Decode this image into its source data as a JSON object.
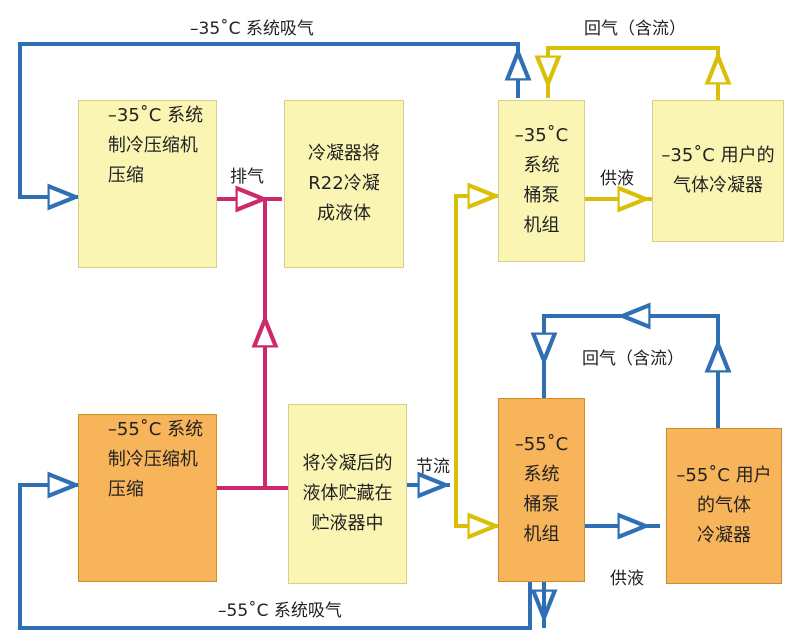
{
  "boxes": {
    "comp35": "–35˚C 系统\n制冷压缩机\n压缩",
    "condenser": "冷凝器将\nR22冷凝\n成液体",
    "pump35": "–35˚C\n系统\n桶泵\n机组",
    "user35": "–35˚C 用户的\n气体冷凝器",
    "comp55": "–55˚C 系统\n制冷压缩机\n压缩",
    "receiver": "将冷凝后的\n液体贮藏在\n贮液器中",
    "pump55": "–55˚C\n系统\n桶泵\n机组",
    "user55": "–55˚C 用户\n的气体\n冷凝器"
  },
  "labels": {
    "suction35": "–35˚C 系统吸气",
    "return_top": "回气（含流）",
    "exhaust": "排气",
    "supply35": "供液",
    "return_mid": "回气（含流）",
    "throttle": "节流",
    "supply55": "供液",
    "suction55": "–55˚C 系统吸气"
  },
  "colors": {
    "blue_pipe": "#2f6fb3",
    "pink_pipe": "#cc2a6a",
    "yellow_pipe": "#d9bf06",
    "yellow_box": "#fbf5b4",
    "orange_box": "#f7b45a"
  }
}
